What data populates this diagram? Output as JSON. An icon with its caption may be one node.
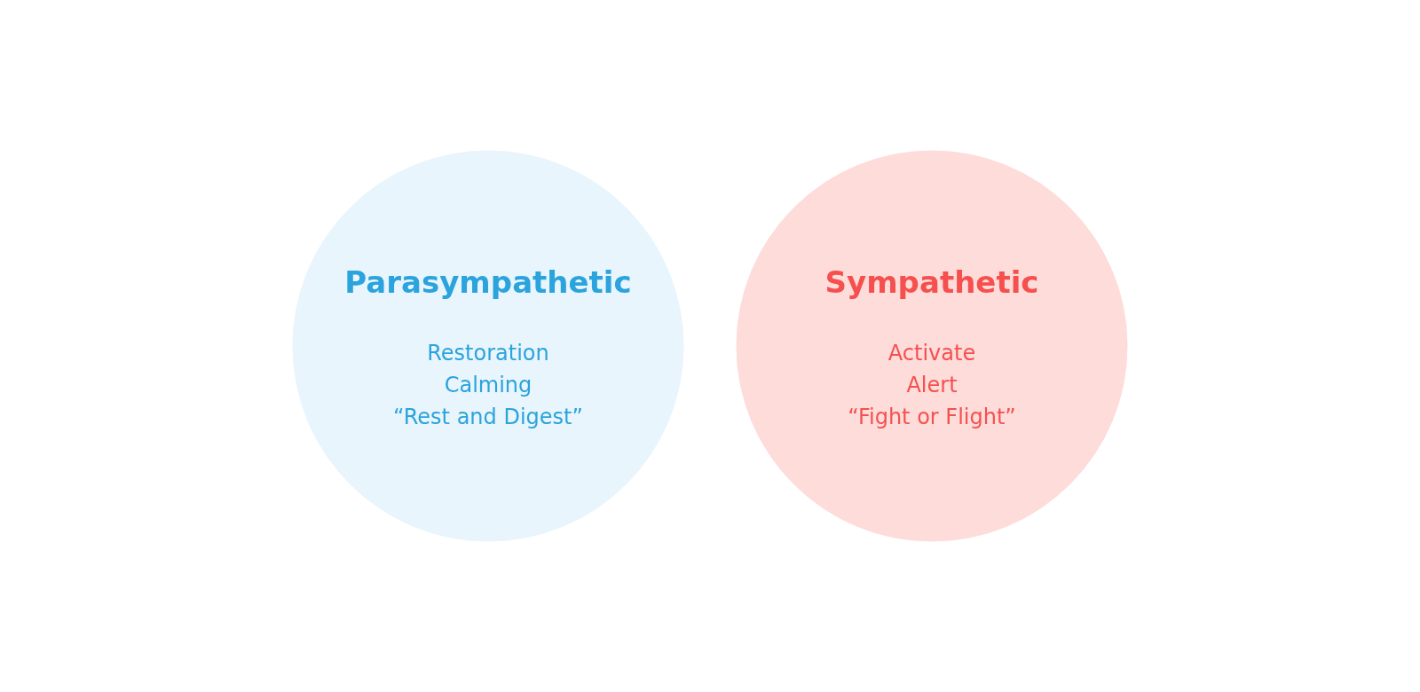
{
  "diagram": {
    "nodes": [
      {
        "text": [
          "Parasympathetic",
          "Restoration",
          "Calming",
          "“Rest and Digest”"
        ]
      },
      {
        "text": [
          "Sympathetic",
          "Activate",
          "Alert",
          "“Fight or Flight”"
        ]
      }
    ]
  }
}
